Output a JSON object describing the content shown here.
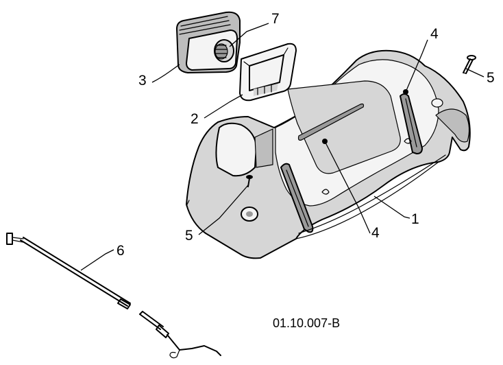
{
  "diagram": {
    "drawing_code": "01.10.007-B",
    "callouts": [
      "1",
      "2",
      "3",
      "4",
      "4",
      "5",
      "5",
      "6",
      "7"
    ]
  }
}
